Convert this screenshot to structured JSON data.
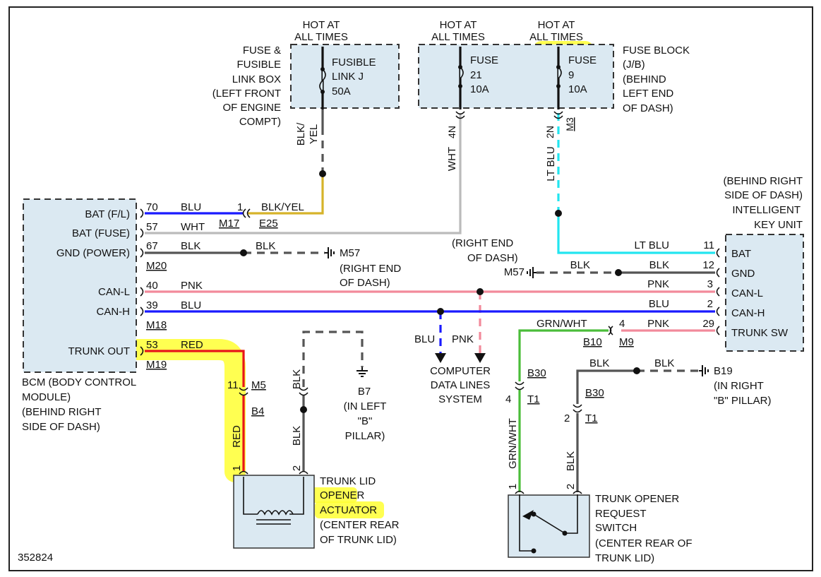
{
  "diagram_id": "352824",
  "fuse_link_box": {
    "hot": [
      "HOT AT",
      "ALL TIMES"
    ],
    "fuse": [
      "FUSIBLE",
      "LINK J",
      "50A"
    ],
    "location": [
      "FUSE &",
      "FUSIBLE",
      "LINK BOX",
      "(LEFT FRONT",
      "OF ENGINE",
      "COMPT)"
    ]
  },
  "fuse_block": {
    "fuse21": {
      "hot": [
        "HOT AT",
        "ALL TIMES"
      ],
      "label": [
        "FUSE",
        "21",
        "10A"
      ],
      "pin": "4N"
    },
    "fuse9": {
      "hot": [
        "HOT AT",
        "ALL TIMES"
      ],
      "label": [
        "FUSE",
        "9",
        "10A"
      ],
      "pin": "2N",
      "conn": "M3"
    },
    "location": [
      "FUSE BLOCK",
      "(J/B)",
      "(BEHIND",
      "LEFT END",
      "OF DASH)"
    ]
  },
  "bcm": {
    "pins": [
      "BAT (F/L)",
      "BAT (FUSE)",
      "GND (POWER)",
      "CAN-L",
      "CAN-H",
      "TRUNK OUT"
    ],
    "location": [
      "BCM (BODY CONTROL",
      "MODULE)",
      "(BEHIND RIGHT",
      "SIDE OF DASH)"
    ]
  },
  "key_unit": {
    "location": [
      "(BEHIND RIGHT",
      "SIDE OF DASH)",
      "INTELLIGENT",
      "KEY UNIT"
    ],
    "pins": [
      "BAT",
      "GND",
      "CAN-L",
      "CAN-H",
      "TRUNK SW"
    ]
  },
  "wires": {
    "blk_yel_vertical": [
      "BLK/",
      "YEL"
    ],
    "wht_vertical": "WHT",
    "lt_blu_vertical": "LT BLU",
    "w70": {
      "pin": "70",
      "color": "BLU",
      "pin2": "1",
      "color2": "BLK/YEL",
      "conn1": "M17",
      "conn2": "E25"
    },
    "w57": {
      "pin": "57",
      "color": "WHT"
    },
    "w67": {
      "pin": "67",
      "color": "BLK",
      "color2": "BLK",
      "conn": "M20",
      "ground": "M57",
      "ground_loc": [
        "(RIGHT END",
        "OF DASH)"
      ]
    },
    "w40": {
      "pin": "40",
      "color": "PNK"
    },
    "w39": {
      "pin": "39",
      "color": "BLU",
      "conn": "M18"
    },
    "w53": {
      "pin": "53",
      "color": "RED",
      "conn": "M19"
    },
    "ku_bat": {
      "pin": "11",
      "color": "LT BLU"
    },
    "ku_gnd": {
      "pin": "12",
      "color": "BLK",
      "color2": "BLK",
      "ground": "M57"
    },
    "ku_canl": {
      "pin": "3",
      "color": "PNK"
    },
    "ku_canh": {
      "pin": "2",
      "color": "BLU"
    },
    "ku_trunk": {
      "pin": "29",
      "color": "PNK",
      "pin2": "4",
      "color2": "GRN/WHT",
      "conn1": "B10",
      "conn2": "M9"
    },
    "right_end_dash": [
      "(RIGHT END",
      "OF DASH)"
    ],
    "computer": {
      "blu": "BLU",
      "pnk": "PNK",
      "label": [
        "COMPUTER",
        "DATA LINES",
        "SYSTEM"
      ]
    }
  },
  "actuator": {
    "red_pin_top": "11",
    "conn_top": "M5",
    "conn_bot": "B4",
    "red": "RED",
    "red_pin": "1",
    "blk_top": "BLK",
    "blk_bottom": "BLK",
    "blk_pin": "2",
    "ground": "B7",
    "ground_loc": [
      "(IN LEFT",
      "\"B\"",
      "PILLAR)"
    ],
    "label": [
      "TRUNK LID",
      "OPENER",
      "ACTUATOR",
      "(CENTER REAR",
      "OF TRUNK LID)"
    ]
  },
  "switch": {
    "grn_conn_top": "B30",
    "grn_pin": "4",
    "grn_conn": "T1",
    "grn_color": "GRN/WHT",
    "grn_pin2": "1",
    "blk_top": "BLK",
    "blk_top2": "BLK",
    "blk_conn_top": "B30",
    "blk_pin": "2",
    "blk_conn": "T1",
    "blk_color": "BLK",
    "blk_pin2": "2",
    "ground": "B19",
    "ground_loc": [
      "(IN RIGHT",
      "\"B\" PILLAR)"
    ],
    "label": [
      "TRUNK OPENER",
      "REQUEST",
      "SWITCH",
      "(CENTER REAR OF",
      "TRUNK LID)"
    ]
  },
  "colors": {
    "blue": "#1a1aff",
    "pink": "#f28a9b",
    "red": "#e8141a",
    "gray": "#555555",
    "wht": "#bbbbbb",
    "ltblue": "#22e5f0",
    "green": "#4bbd3a",
    "yellow_wire": "#d6b32a",
    "highlight": "#ffff33",
    "box": "#dbe9f2"
  }
}
